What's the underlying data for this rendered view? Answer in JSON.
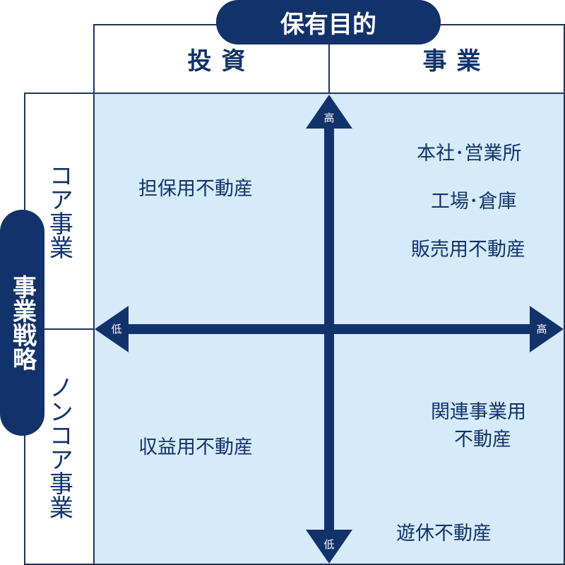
{
  "header": {
    "title": "保有目的",
    "columns": [
      "投資",
      "事業"
    ]
  },
  "side": {
    "title": "事業戦略",
    "rows": [
      "コア事業",
      "ノンコア事業"
    ]
  },
  "axes": {
    "vertical_top": "高",
    "vertical_bottom": "低",
    "horizontal_left": "低",
    "horizontal_right": "高"
  },
  "quadrants": {
    "top_left": [
      "担保用不動産"
    ],
    "top_right": [
      "本社･営業所",
      "工場･倉庫",
      "販売用不動産"
    ],
    "bottom_left": [
      "収益用不動産"
    ],
    "bottom_right_upper": [
      "関連事業用",
      "不動産"
    ],
    "bottom_right_lower": [
      "遊休不動産"
    ]
  },
  "colors": {
    "navy": "#12326b",
    "quadrant_fill": "#d6ebf9",
    "border": "#23345a"
  }
}
